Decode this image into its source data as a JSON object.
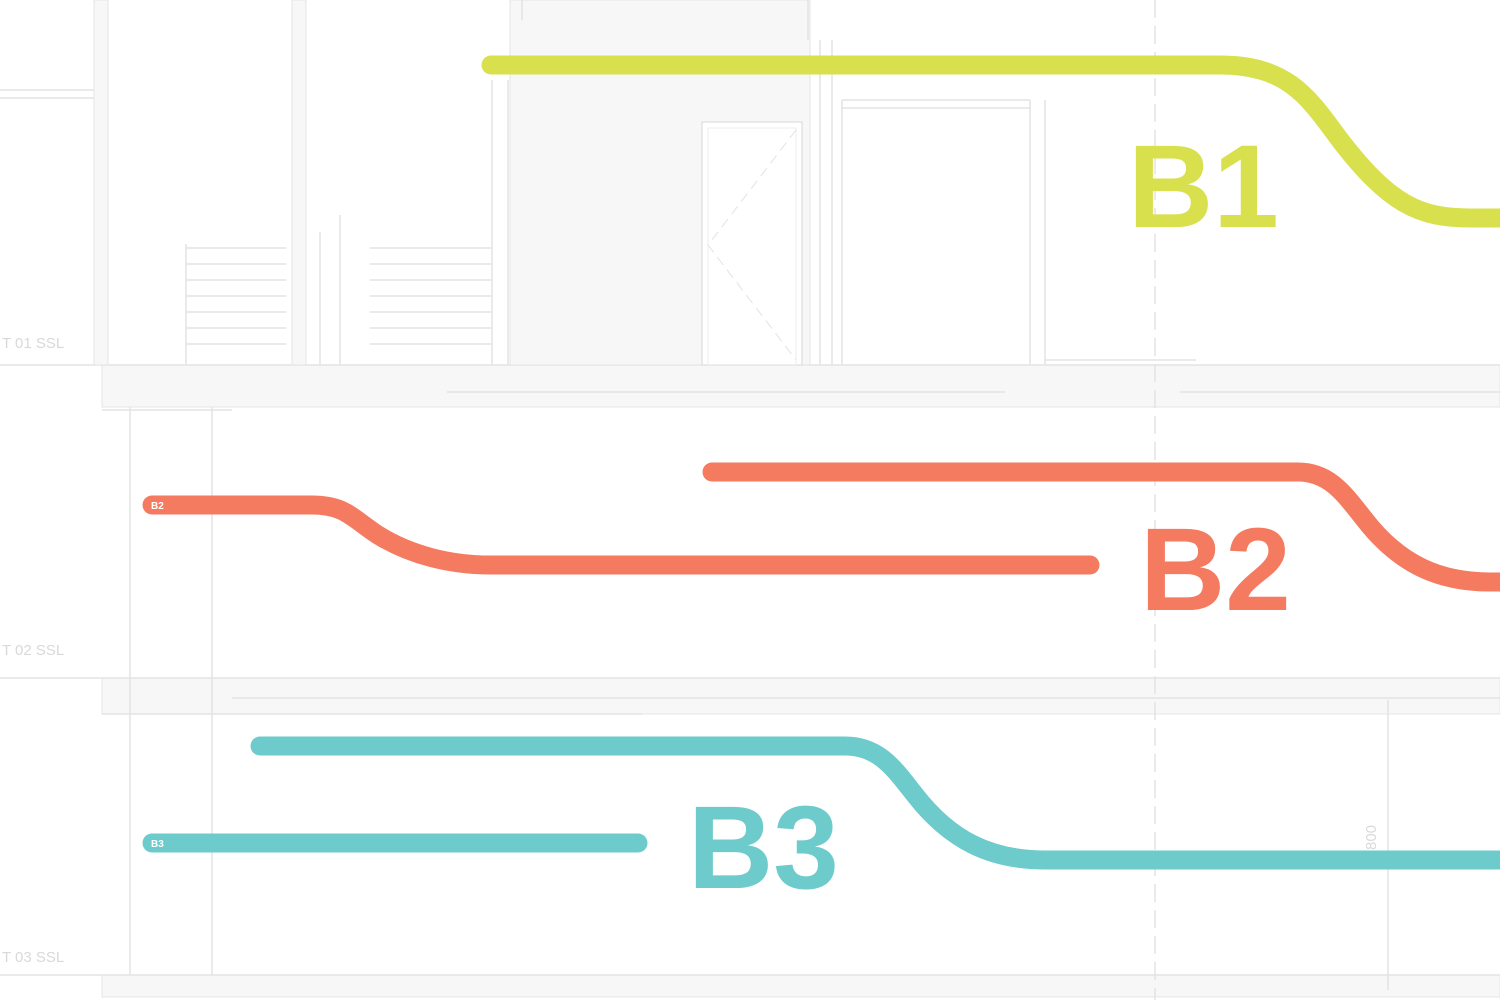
{
  "colors": {
    "b1": "#d8e04e",
    "b2": "#f47a60",
    "b3": "#6ecbcc",
    "background": "#ffffff",
    "linework": "#e3e3e3"
  },
  "levels": [
    {
      "label": "T 01 SSL"
    },
    {
      "label": "T 02 SSL"
    },
    {
      "label": "T 03 SSL"
    }
  ],
  "routes": {
    "b1": {
      "label": "B1"
    },
    "b2": {
      "label": "B2",
      "tag": "B2"
    },
    "b3": {
      "label": "B3",
      "tag": "B3"
    }
  },
  "dimension": {
    "value": "800"
  }
}
